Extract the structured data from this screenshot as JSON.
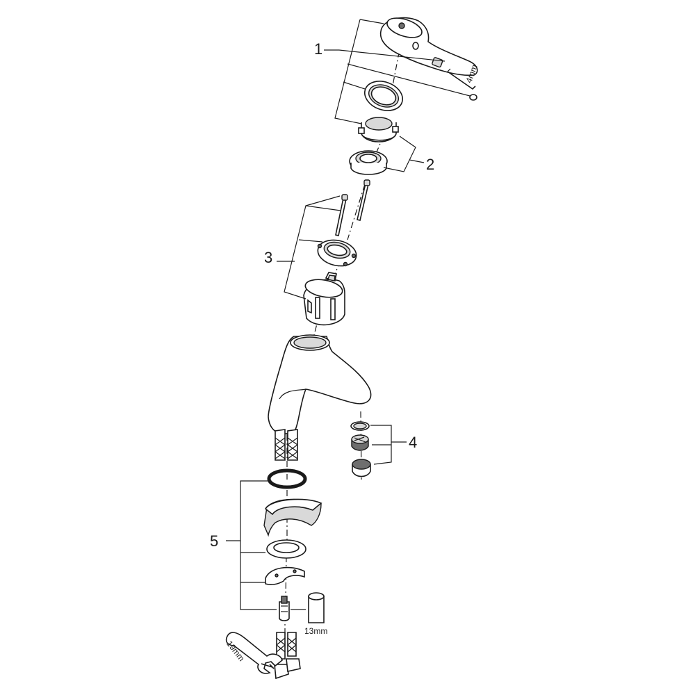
{
  "callouts": {
    "c1": "1",
    "c2": "2",
    "c3": "3",
    "c4": "4",
    "c5": "5"
  },
  "dimensions": {
    "hex_key": "4mm",
    "socket_wrench": "13mm",
    "spanner": "19mm"
  }
}
